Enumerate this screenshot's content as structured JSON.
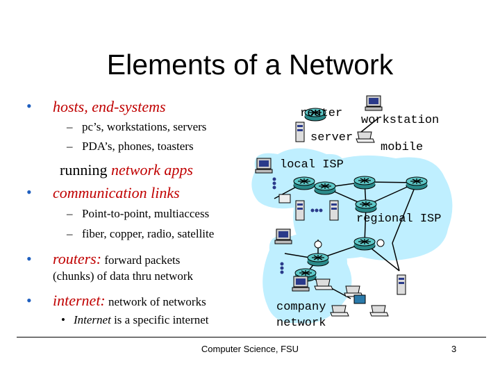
{
  "slide": {
    "title": "Elements of a Network",
    "bullets": {
      "hosts": "hosts, end-systems",
      "hosts_sub1": "pc’s, workstations, servers",
      "hosts_sub2": "PDA’s, phones, toasters",
      "running_prefix": "running ",
      "running_apps": "network apps",
      "links": "communication links",
      "links_sub1": "Point-to-point, multiaccess",
      "links_sub2": "fiber, copper, radio, satellite",
      "routers_label": "routers:",
      "routers_text": " forward packets",
      "routers_text2": "(chunks) of data thru network",
      "internet_label": "internet:",
      "internet_text": " network of networks",
      "internet_sub_italic": "Internet",
      "internet_sub_rest": " is a specific internet"
    },
    "bullet_char": "•",
    "dash_char": "–",
    "diagram": {
      "router": "router",
      "workstation": "workstation",
      "server": "server",
      "mobile": "mobile",
      "local_isp": "local ISP",
      "regional_isp": "regional ISP",
      "company_line1": "company",
      "company_line2": "network"
    },
    "footer": "Computer Science, FSU",
    "page_number": "3"
  }
}
